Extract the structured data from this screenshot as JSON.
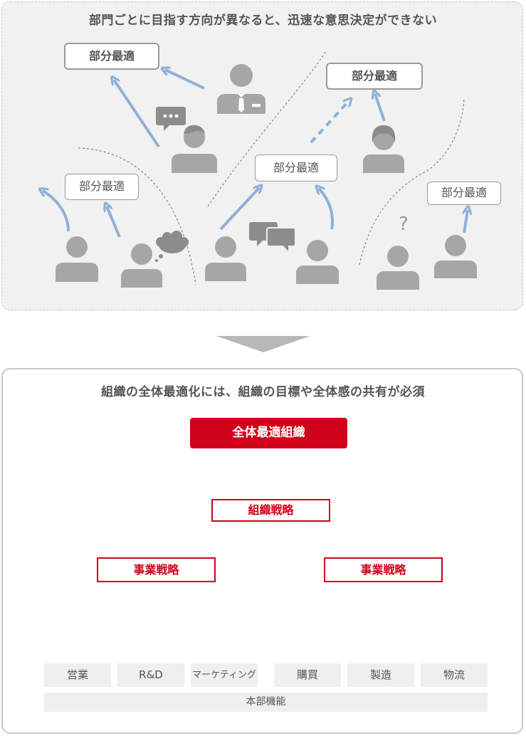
{
  "top": {
    "heading": "部門ごとに目指す方向が異なると、迅速な意思決定ができない",
    "labels": [
      "部分最適",
      "部分最適",
      "部分最適",
      "部分最適",
      "部分最適"
    ],
    "question_mark": "?"
  },
  "bottom": {
    "heading": "組織の全体最適化には、組織の目標や全体感の共有が必須",
    "title": "全体最適組織",
    "org_strategy": "組織戦略",
    "business_strategy_left": "事業戦略",
    "business_strategy_right": "事業戦略",
    "departments": [
      "営業",
      "R&D",
      "マーケティング",
      "購買",
      "製造",
      "物流"
    ],
    "footer": "本部機能"
  },
  "colors": {
    "accent_red": "#d0021b",
    "arrow_blue": "#8fb0d6",
    "arrow_pink": "#e0a4a4",
    "figure_gray": "#a6a6a6"
  }
}
